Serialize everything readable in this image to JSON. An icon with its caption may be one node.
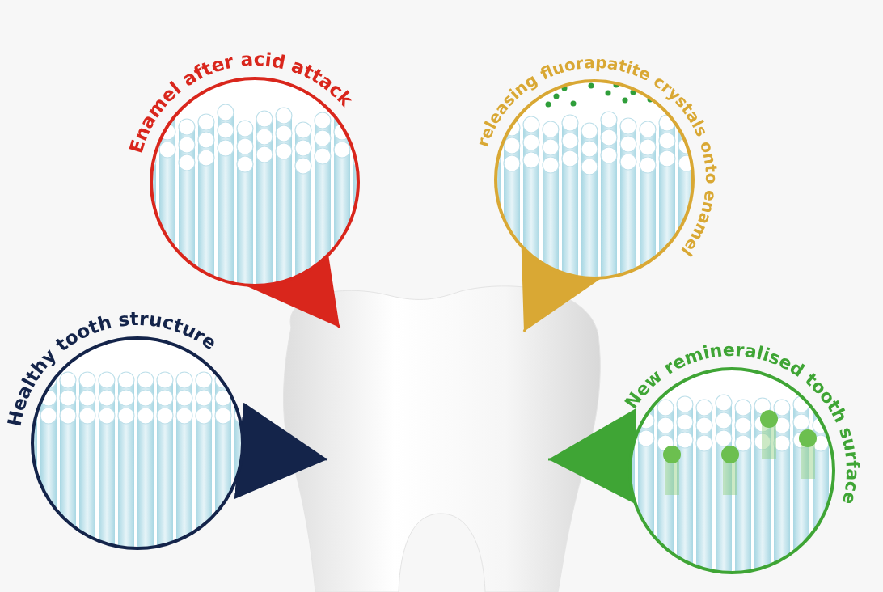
{
  "diagram": {
    "nodes": [
      {
        "text": [
          "Enamel after acid attack"
        ]
      },
      {
        "text": [
          "releasing fluorapatite crystals onto enamel"
        ]
      },
      {
        "text": [
          "Healthy tooth structure"
        ]
      },
      {
        "text": [
          "New remineralised tooth surface"
        ]
      },
      {
        "text": [],
        "shape": "picture"
      }
    ],
    "edges": [
      {
        "from": 0,
        "to": 4,
        "arrow": "to",
        "color": "#d9261c"
      },
      {
        "from": 1,
        "to": 4,
        "arrow": "to",
        "color": "#d9a834"
      },
      {
        "from": 2,
        "to": 4,
        "arrow": "to",
        "color": "#14244a"
      },
      {
        "from": 3,
        "to": 4,
        "arrow": "to",
        "color": "#3fa535"
      }
    ]
  }
}
